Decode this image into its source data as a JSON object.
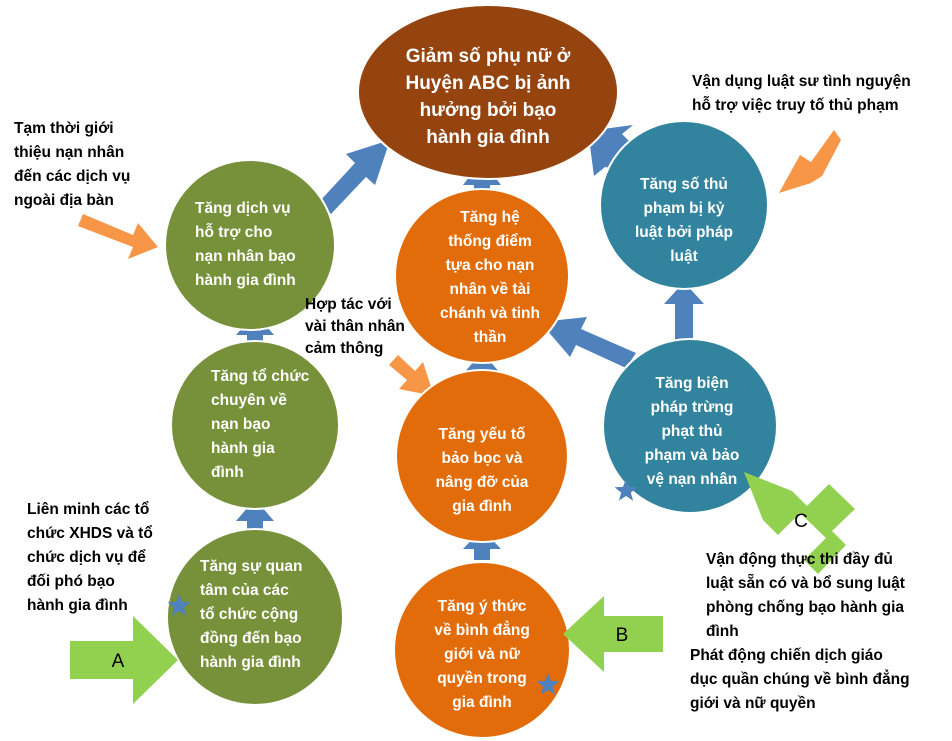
{
  "colors": {
    "goal": "#954410",
    "green": "#77913A",
    "orange": "#E36C0A",
    "teal": "#31839E",
    "blue_arrow": "#4F81BD",
    "orange_arrow": "#F79646",
    "green_arrow": "#92D050",
    "star": "#4F81BD",
    "outline": "#ffffff"
  },
  "goal": {
    "lines": [
      "Giảm số phụ nữ ở",
      "Huyện ABC bị ảnh",
      "hưởng bởi bạo",
      "hành gia đình"
    ]
  },
  "nodes": {
    "green_top": {
      "lines": [
        "Tăng dịch vụ",
        "hỗ trợ cho",
        "nạn nhân bạo",
        "hành gia đình"
      ]
    },
    "green_mid": {
      "lines": [
        "Tăng tổ chức",
        "chuyên về",
        "nạn bạo",
        "hành gia",
        "đình"
      ]
    },
    "green_bottom": {
      "lines": [
        "Tăng sự quan",
        "tâm của các",
        "tổ chức cộng",
        "đồng đến bạo",
        "hành gia đình"
      ]
    },
    "orange_top": {
      "lines": [
        "Tăng hệ",
        "thống điểm",
        "tựa cho nạn",
        "nhân về tài",
        "chánh và tinh",
        "thần"
      ]
    },
    "orange_mid": {
      "lines": [
        "Tăng yếu tố",
        "bảo bọc và",
        "nâng đỡ của",
        "gia đình"
      ]
    },
    "orange_bottom": {
      "lines": [
        "Tăng ý thức",
        "về bình đẳng",
        "giới và nữ",
        "quyền trong",
        "gia đình"
      ]
    },
    "teal_top": {
      "lines": [
        "Tăng số thủ",
        "phạm bị kỷ",
        "luật bởi pháp",
        "luật"
      ]
    },
    "teal_bottom": {
      "lines": [
        "Tăng biện",
        "pháp trừng",
        "phạt thủ",
        "phạm và bảo",
        "vệ nạn nhân"
      ]
    }
  },
  "notes": {
    "left_top": {
      "lines": [
        "Tạm thời giới",
        "thiệu nạn nhân",
        "đến các dịch vụ",
        "ngoài địa bàn"
      ]
    },
    "left_bottom": {
      "lines": [
        "Liên minh các tổ",
        "chức XHDS và tổ",
        "chức dịch vụ để",
        "đối phó bạo",
        "hành gia đình"
      ]
    },
    "center": {
      "lines": [
        "Hợp tác với",
        "vài thân nhân",
        "cảm thông"
      ]
    },
    "right_top": {
      "lines": [
        "Vận dụng luật sư tình nguyện",
        "hỗ trợ việc truy tố thủ phạm"
      ]
    },
    "right_mid": {
      "lines": [
        "Vận động thực thi đầy đủ",
        "luật sẵn có và bổ sung luật",
        "phòng chống bạo hành gia",
        "đình"
      ]
    },
    "right_bottom": {
      "lines": [
        "Phát động chiến dịch giáo",
        "dục quần chúng về bình đẳng",
        "giới và nữ quyền"
      ]
    }
  },
  "strategies": {
    "a": "A",
    "b": "B",
    "c": "C"
  }
}
